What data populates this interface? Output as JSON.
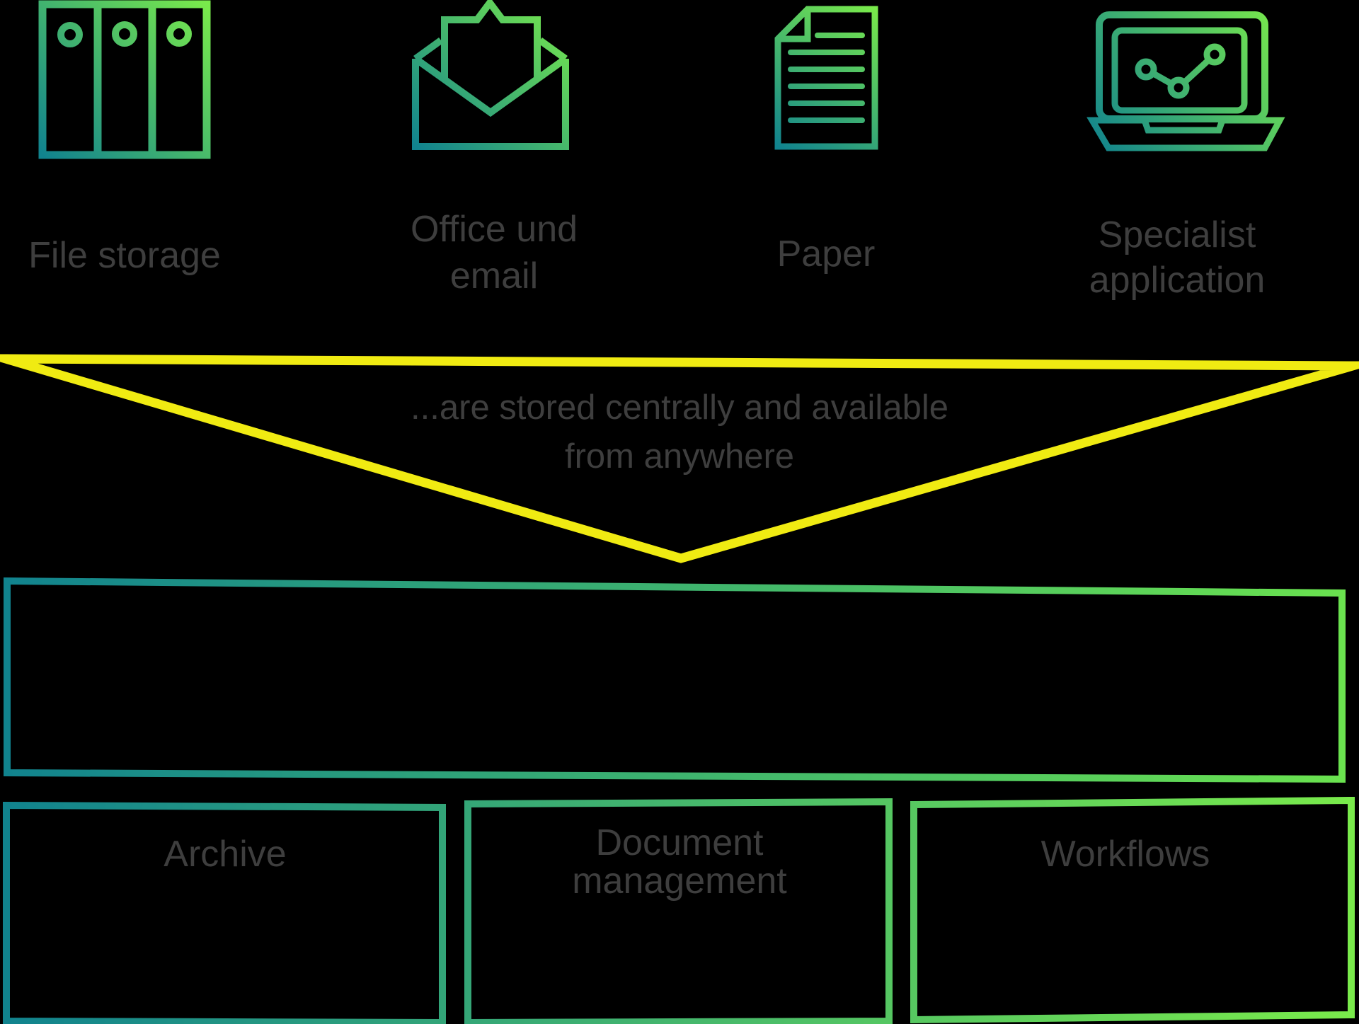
{
  "background_color": "#000000",
  "colors": {
    "gradient_teal": "#11838e",
    "gradient_green": "#79ea4b",
    "funnel_yellow": "#f0eb12",
    "label_gray": "#3e3e3e"
  },
  "sources": {
    "items": [
      {
        "icon": "binders-icon",
        "label": "File storage"
      },
      {
        "icon": "open-envelope-icon",
        "label": "Office und\nemail"
      },
      {
        "icon": "paper-document-icon",
        "label": "Paper"
      },
      {
        "icon": "laptop-chart-icon",
        "label": "Specialist application"
      }
    ]
  },
  "funnel": {
    "text": "...are stored centrally and available\nfrom anywhere"
  },
  "modules": {
    "items": [
      {
        "label": "Archive"
      },
      {
        "label": "Document\nmanagement"
      },
      {
        "label": "Workflows"
      }
    ]
  }
}
